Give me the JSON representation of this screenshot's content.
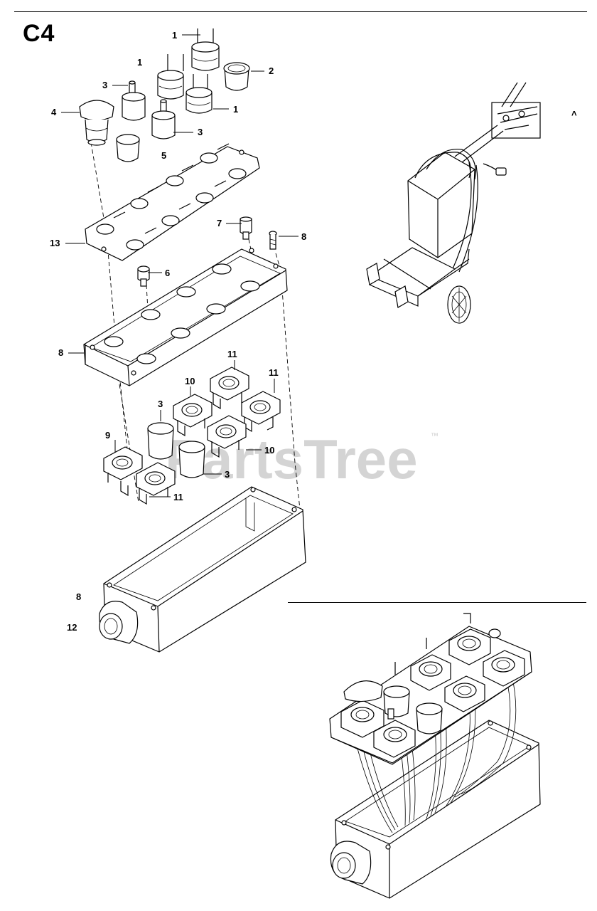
{
  "diagram": {
    "section_code": "C4",
    "watermark": "PartsTree",
    "trademark": "™",
    "callouts": [
      {
        "id": "c1a",
        "label": "1"
      },
      {
        "id": "c1b",
        "label": "1"
      },
      {
        "id": "c1c",
        "label": "1"
      },
      {
        "id": "c2",
        "label": "2"
      },
      {
        "id": "c3a",
        "label": "3"
      },
      {
        "id": "c3b",
        "label": "3"
      },
      {
        "id": "c4",
        "label": "4"
      },
      {
        "id": "c5",
        "label": "5"
      },
      {
        "id": "c13",
        "label": "13"
      },
      {
        "id": "c7",
        "label": "7"
      },
      {
        "id": "c8a",
        "label": "8"
      },
      {
        "id": "c6",
        "label": "6"
      },
      {
        "id": "c8b",
        "label": "8"
      },
      {
        "id": "c11a",
        "label": "11"
      },
      {
        "id": "c10a",
        "label": "10"
      },
      {
        "id": "c11b",
        "label": "11"
      },
      {
        "id": "c3c",
        "label": "3"
      },
      {
        "id": "c9",
        "label": "9"
      },
      {
        "id": "c10b",
        "label": "10"
      },
      {
        "id": "c3d",
        "label": "3"
      },
      {
        "id": "c11c",
        "label": "11"
      },
      {
        "id": "c8c",
        "label": "8"
      },
      {
        "id": "c12",
        "label": "12"
      }
    ]
  }
}
